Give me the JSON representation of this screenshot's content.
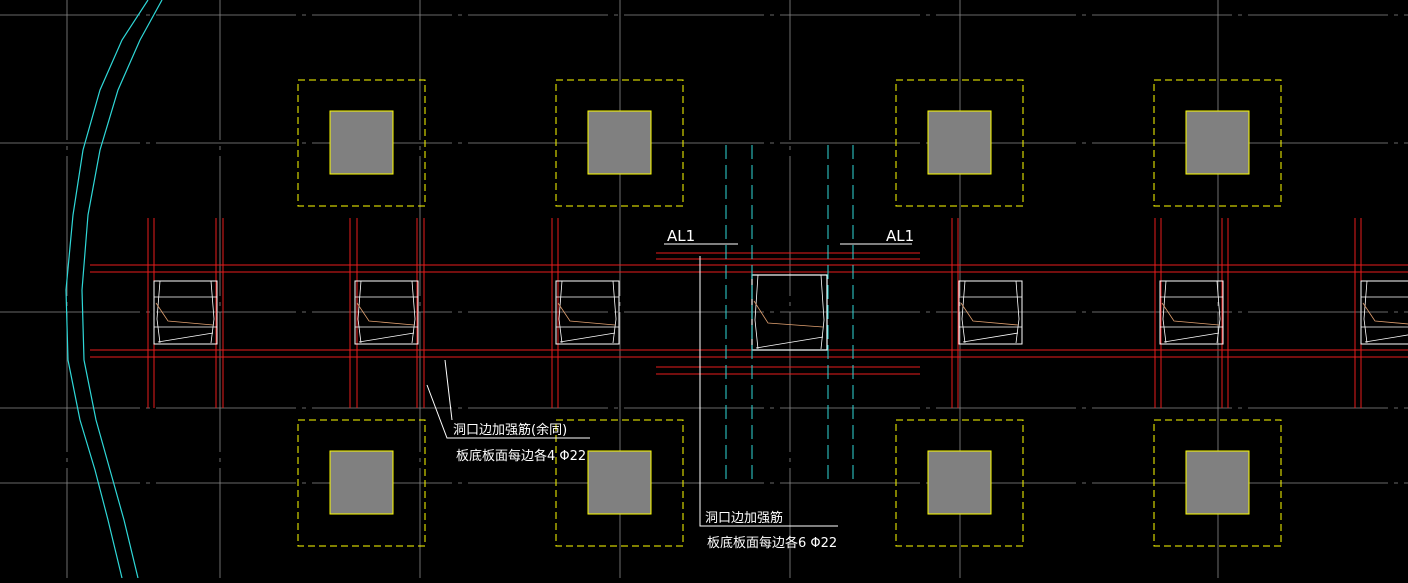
{
  "colors": {
    "background": "#000000",
    "grid": "#8a8a8a",
    "boundary": "#2fd8d8",
    "column_fill": "#808080",
    "column_outline": "#ffff00",
    "footing_outline": "#ffff00",
    "rebar": "#e81c1c",
    "opening": "#ffffff",
    "opening_diagonal": "#e0a070",
    "beam_centerline": "#2fd8d8",
    "annotation": "#ffffff"
  },
  "labels": {
    "beam_left": "AL1",
    "beam_right": "AL1",
    "note1_line1": "洞口边加强筋(余同)",
    "note1_line2": "板底板面每边各4 Φ22",
    "note2_line1": "洞口边加强筋",
    "note2_line2": "板底板面每边各6 Φ22"
  }
}
